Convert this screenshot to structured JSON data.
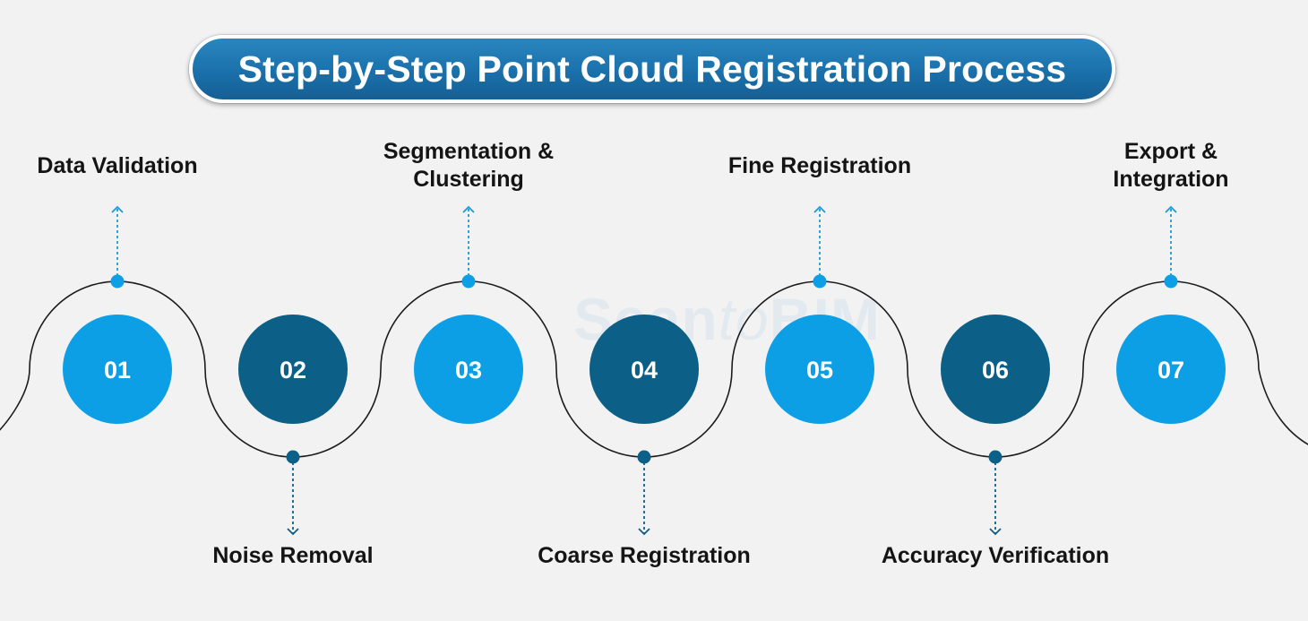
{
  "title": "Step-by-Step Point Cloud Registration Process",
  "watermark": {
    "part1": "Scan",
    "part2": "to",
    "part3": "BIM"
  },
  "colors": {
    "light_circle": "#0d9fe6",
    "dark_circle": "#0c5f86",
    "connector_light": "#1a9ad8",
    "connector_dark": "#115f85",
    "wave_line": "#1c1c1c",
    "title_bg": "#1a70aa"
  },
  "steps": [
    {
      "number": "01",
      "label_lines": [
        "Data Validation"
      ],
      "position": "top",
      "tone": "light"
    },
    {
      "number": "02",
      "label_lines": [
        "Noise Removal"
      ],
      "position": "bottom",
      "tone": "dark"
    },
    {
      "number": "03",
      "label_lines": [
        "Segmentation &",
        "Clustering"
      ],
      "position": "top",
      "tone": "light"
    },
    {
      "number": "04",
      "label_lines": [
        "Coarse Registration"
      ],
      "position": "bottom",
      "tone": "dark"
    },
    {
      "number": "05",
      "label_lines": [
        "Fine Registration"
      ],
      "position": "top",
      "tone": "light"
    },
    {
      "number": "06",
      "label_lines": [
        "Accuracy Verification"
      ],
      "position": "bottom",
      "tone": "dark"
    },
    {
      "number": "07",
      "label_lines": [
        "Export &",
        "Integration"
      ],
      "position": "top",
      "tone": "light"
    }
  ]
}
